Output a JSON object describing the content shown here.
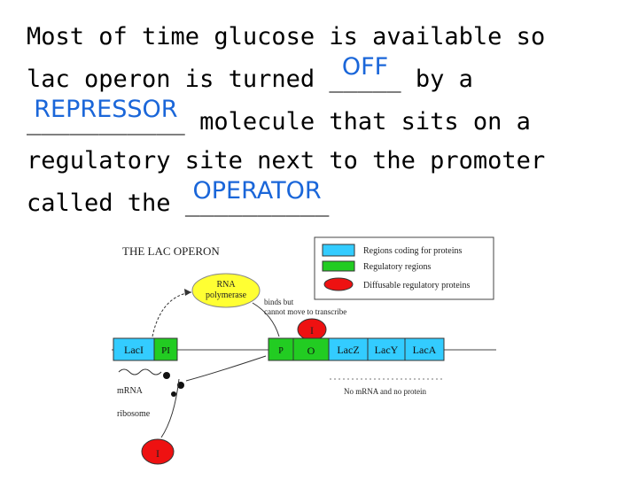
{
  "text": {
    "line1": "Most of time glucose is available so",
    "line2_pre": "lac operon is turned ",
    "line2_blank": "_____",
    "line2_post": " by a",
    "answer_off": "OFF",
    "line3_blank": "___________",
    "line3_post": " molecule that sits on a",
    "answer_repressor": "REPRESSOR",
    "line4": "regulatory site next to the promoter",
    "line5_pre": "called the ",
    "line5_blank": "__________",
    "answer_operator": "OPERATOR"
  },
  "diagram": {
    "title": "THE LAC OPERON",
    "legend": [
      {
        "label": "Regions coding for proteins",
        "color": "#33ccff"
      },
      {
        "label": "Regulatory regions",
        "color": "#22cc22"
      },
      {
        "label": "Diffusable regulatory proteins",
        "color": "#ee1111"
      }
    ],
    "rna_pol_line1": "RNA",
    "rna_pol_line2": "polymerase",
    "binds_line1": "binds but",
    "binds_line2": "cannot move to transcribe",
    "genes": {
      "laci": "LacI",
      "pi": "PI",
      "p": "P",
      "o": "O",
      "lacz": "LacZ",
      "lacy": "LacY",
      "laca": "LacA"
    },
    "repressor_label": "I",
    "mrna_label": "mRNA",
    "ribosome_label": "ribosome",
    "repressor_bottom_label": "I",
    "no_mrna": "No mRNA and no protein",
    "colors": {
      "blue": "#33ccff",
      "green": "#22cc22",
      "red": "#ee1111",
      "yellow": "#ffff33",
      "answer": "#1a66d9"
    }
  }
}
